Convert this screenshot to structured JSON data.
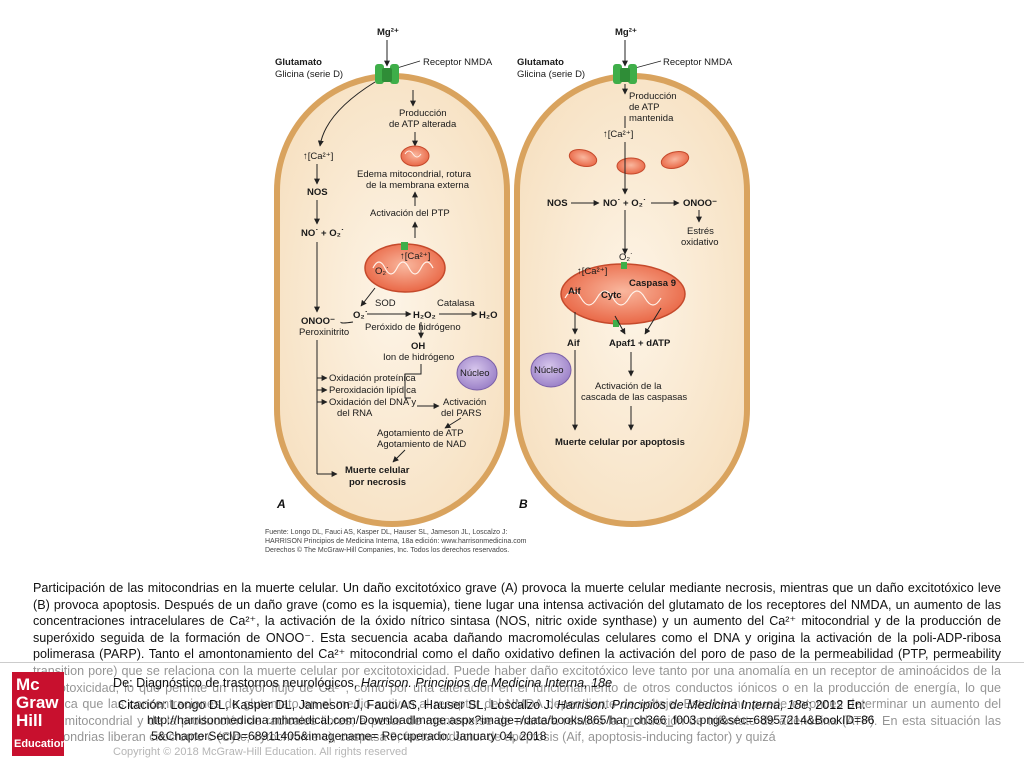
{
  "diagram": {
    "common": {
      "mg": "Mg²⁺",
      "glutamato": "Glutamato",
      "glicina": "Glicina (serie D)",
      "receptor": "Receptor NMDA",
      "nucleo": "Núcleo"
    },
    "panelA": {
      "letter": "A",
      "produccion_atp": [
        "Producción",
        "de ATP alterada"
      ],
      "ca": "↑[Ca²⁺]",
      "edema": [
        "Edema mitocondrial, rotura",
        "de la membrana externa"
      ],
      "activacion_ptp": "Activación del PTP",
      "nos": "NOS",
      "no_o2": "NO˙ + O₂˙",
      "mito_ca": "↑[Ca²⁺]",
      "o2_mito": "O₂˙",
      "sod": "SOD",
      "catalasa": "Catalasa",
      "o2": "O₂˙",
      "h2o2": "H₂O₂",
      "h2o": "H₂O",
      "peroxido": "Peróxido de hidrógeno",
      "onoo": "ONOO⁻",
      "peroxinitrito": "Peroxinitrito",
      "oh": "OH",
      "ion_h": "Ion de hidrógeno",
      "ox_proteinica": "Oxidación proteínica",
      "perox_lipidica": "Peroxidación lipídica",
      "ox_dna": [
        "Oxidación del DNA y",
        "del RNA"
      ],
      "activ_pars": [
        "Activación",
        "del PARS"
      ],
      "agotamiento": [
        "Agotamiento de ATP",
        "Agotamiento de NAD"
      ],
      "muerte": [
        "Muerte celular",
        "por necrosis"
      ]
    },
    "panelB": {
      "letter": "B",
      "produccion_atp": [
        "Producción",
        "de ATP",
        "mantenida"
      ],
      "ca": "↑[Ca²⁺]",
      "nos": "NOS",
      "no_o2": "NO˙ + O₂˙",
      "onoo": "ONOO⁻",
      "estres": [
        "Estrés",
        "oxidativo"
      ],
      "o2_mito": "O₂˙",
      "mito_ca": "↑[Ca²⁺]",
      "aif_in": "Aif",
      "cytc_in": "Cytc",
      "caspasa9": "Caspasa 9",
      "aif": "Aif",
      "apaf": "Apaf1 + dATP",
      "activacion_caspasas": [
        "Activación de la",
        "cascada de las caspasas"
      ],
      "muerte": "Muerte celular por apoptosis"
    },
    "source": [
      "Fuente: Longo DL, Fauci AS, Kasper DL, Hauser SL, Jameson JL, Loscalzo J:",
      "HARRISON Principios de Medicina Interna, 18a edición: www.harrisonmedicina.com",
      "Derechos © The McGraw-Hill Companies, Inc. Todos los derechos reservados."
    ]
  },
  "caption": "Participación de las mitocondrias en la muerte celular. Un daño excitotóxico grave (A) provoca la muerte celular mediante necrosis, mientras que un daño excitotóxico leve (B) provoca apoptosis. Después de un daño grave (como es la isquemia), tiene lugar una intensa activación del glutamato de los receptores del NMDA, un aumento de las concentraciones intracelulares de Ca²⁺, la activación de la óxido nítrico sintasa (NOS, nitric oxide synthase) y un aumento del Ca²⁺ mitocondrial y de la producción de superóxido seguida de la formación de ONOO⁻. Esta secuencia acaba dañando macromoléculas celulares como el DNA y origina la activación de la poli-ADP-ribosa polimerasa (PARP). Tanto el amontonamiento del Ca²⁺ mitocondrial como el daño oxidativo definen la activación del poro de paso de la permeabilidad (PTP, permeability transition pore) que se relaciona con la muerte celular por excitotoxicidad. Puede haber daño excitotóxico leve tanto por una anomalía en un receptor de aminoácidos de la excitotoxicidad, lo que permite un mayor flujo de Ca²⁺, como por una alteración en el funcionamiento de otros conductos iónicos o en la producción de energía, lo que provoca que las concentraciones de glutamato en el medio activen al receptor del NMDA dependiente de voltaje. Este hecho puede entonces determinar un aumento del Ca²⁺ mitocondrial y de la producción de radicales libres, a pesar de mantenerse de manera relativa la producción de trifosfato de adenosina (ATP). En esta situación las mitocondrias liberan citocromo c (Cytc, cytochrome c), caspasa 9, factor inductor de apoptosis (Aif, apoptosis-inducing factor) y quizá",
  "overlay": {
    "logo": [
      "Mc",
      "Graw",
      "Hill",
      "Education"
    ],
    "de_prefix": "De: Diagnóstico de trastornos neurológicos, ",
    "de_italic": "Harrison. Principios de Medicina Interna, 18e",
    "citacion_prefix": "Citación: Longo DL, Kasper DL, Jameson J, Fauci AS, Hauser SL, Loscalzo J. ",
    "citacion_italic": "Harrison. Principios de Medicina Interna, 18e",
    "citacion_suffix": "; 2012 En:",
    "url1": "http://harrisonmedicina.mhmedical.com/DownloadImage.aspx?image=/data/books/865/har_ch366_f003.png&sec=68957214&BookID=86",
    "url2": "5&ChapterSecID=68911405&imagename= Recuperado: January 04, 2018",
    "copyright": "Copyright © 2018 McGraw-Hill Education. All rights reserved"
  }
}
